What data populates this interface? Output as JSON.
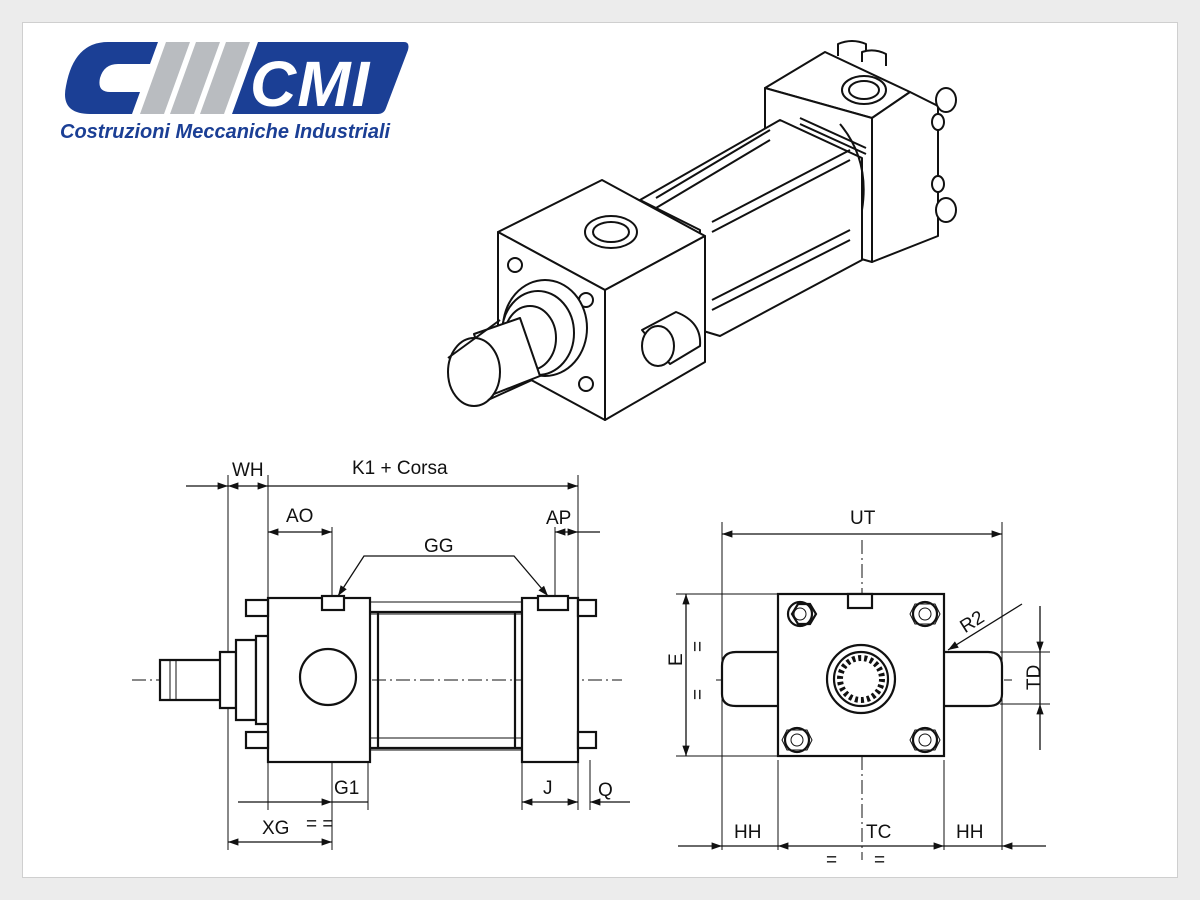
{
  "logo": {
    "brand": "CMI",
    "tagline": "Costruzioni Meccaniche Industriali",
    "colors": {
      "blue": "#1b3f95",
      "grey": "#b9bcc0"
    }
  },
  "side_view": {
    "labels": {
      "wh": "WH",
      "k1": "K1 + Corsa",
      "ao": "AO",
      "ap": "AP",
      "gg": "GG",
      "g1": "G1",
      "j": "J",
      "q": "Q",
      "xg": "XG",
      "xg_eq": "= ="
    }
  },
  "end_view": {
    "labels": {
      "ut": "UT",
      "r2": "R2",
      "e": "E",
      "td": "TD",
      "hh_left": "HH",
      "tc": "TC",
      "hh_right": "HH",
      "eq": "=",
      "eq_top": "=",
      "eq_bottom": "="
    }
  }
}
